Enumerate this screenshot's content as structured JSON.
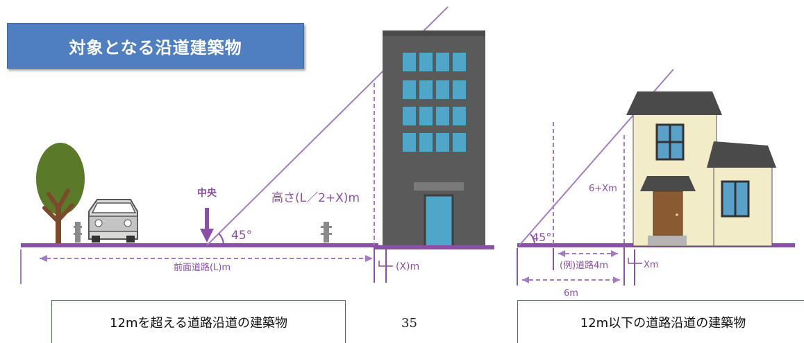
{
  "title": "対象となる沿道建築物",
  "captions": {
    "left": "12mを超える道路沿道の建築物",
    "right": "12m以下の道路沿道の建築物"
  },
  "page_number": "35",
  "left_diagram": {
    "center_label": "中央",
    "angle_label": "45°",
    "height_label": "高さ(L／2+X)m",
    "road_width_label": "前面道路(L)m",
    "setback_label": "(X)m"
  },
  "right_diagram": {
    "angle_label": "45°",
    "height_label": "6+Xm",
    "road_example_label": "(例)道路4m",
    "setback_label": "Xm",
    "total_width_label": "6m"
  },
  "colors": {
    "accent_purple": "#8a4fa6",
    "title_blue": "#4f7fbe",
    "building_gray": "#5a5a5a",
    "window_blue": "#4fa6c9",
    "tree_green": "#5a7a2a",
    "trunk_brown": "#7a4a2a",
    "house_wall": "#f3ecc9",
    "roof_gray": "#4a4a4a",
    "door_brown": "#8a5a32"
  }
}
